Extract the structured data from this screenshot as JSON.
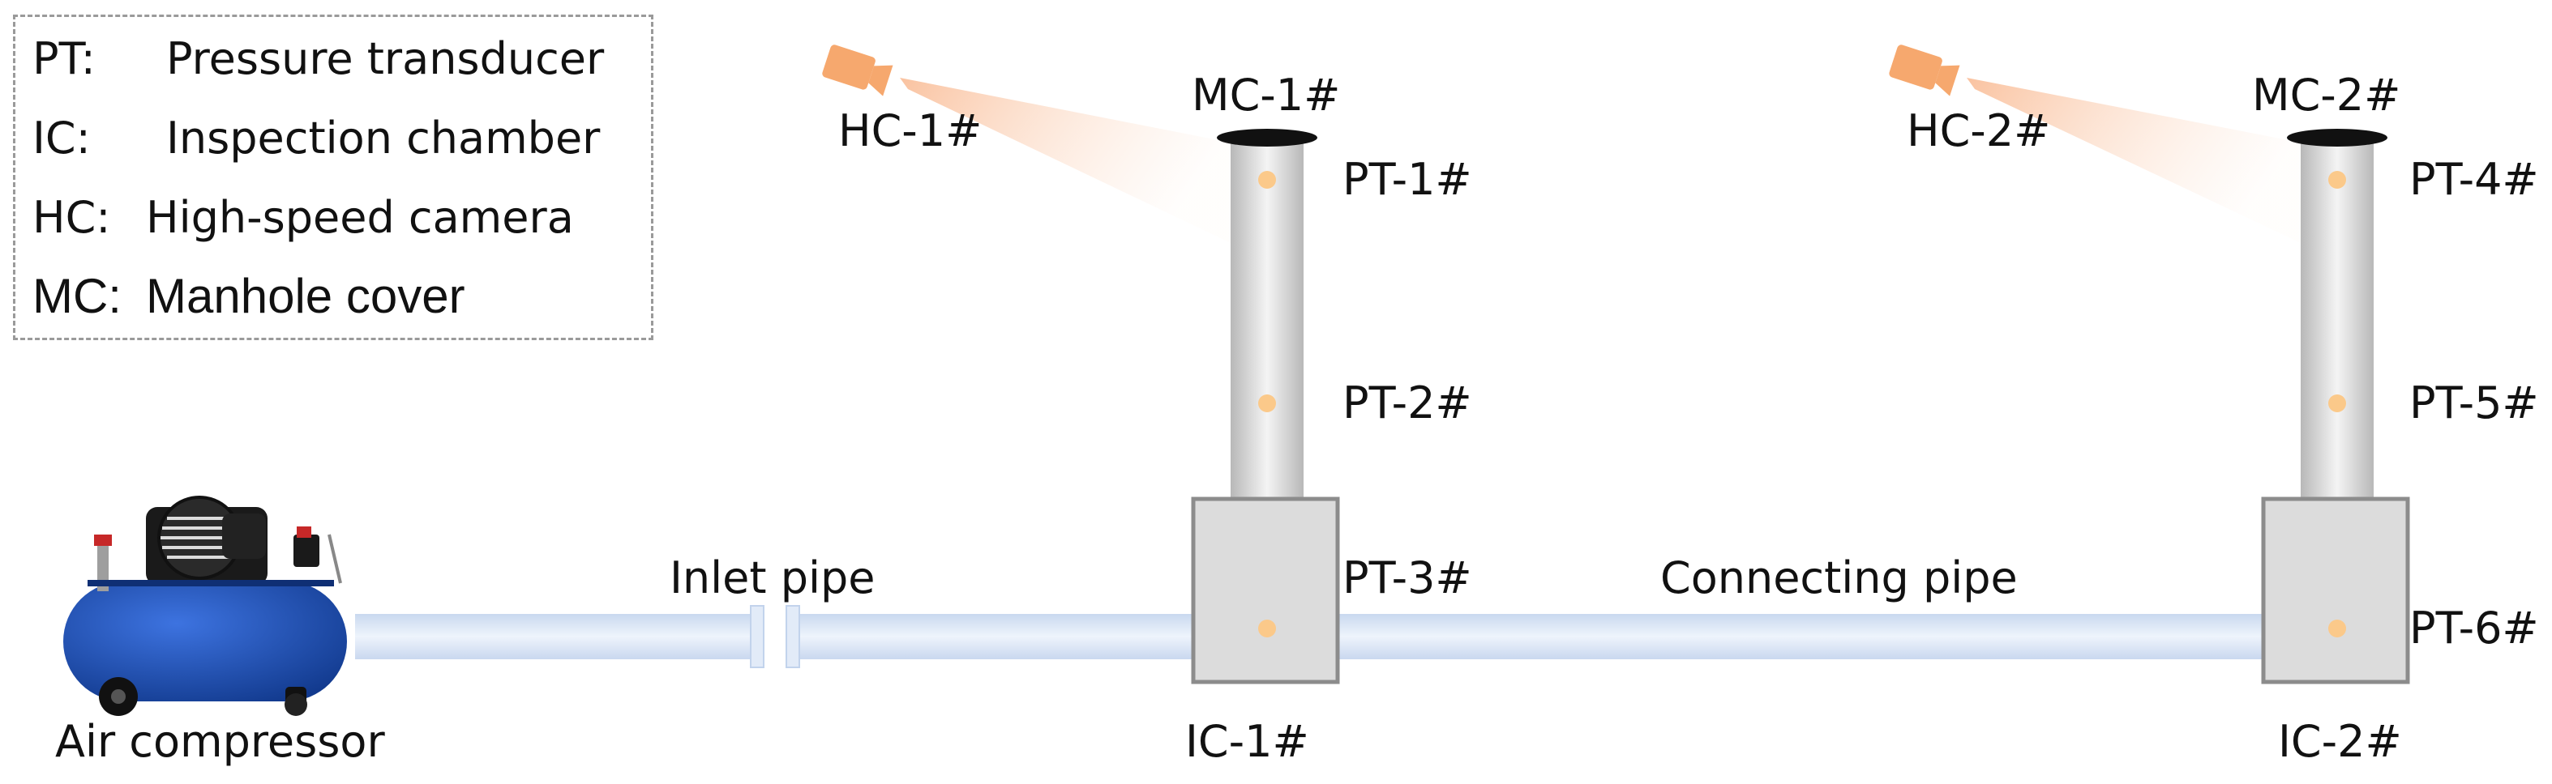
{
  "legend": {
    "items": [
      {
        "abbr": "PT:",
        "desc": "Pressure transducer"
      },
      {
        "abbr": "IC:",
        "desc": "Inspection chamber"
      },
      {
        "abbr": "HC:",
        "desc": "High-speed camera"
      },
      {
        "abbr": "MC:",
        "desc": "Manhole cover"
      }
    ]
  },
  "labels": {
    "air_compressor": "Air compressor",
    "inlet_pipe": "Inlet pipe",
    "connecting_pipe": "Connecting pipe",
    "ic1": "IC-1#",
    "ic2": "IC-2#",
    "mc1": "MC-1#",
    "mc2": "MC-2#",
    "hc1": "HC-1#",
    "hc2": "HC-2#",
    "pt1": "PT-1#",
    "pt2": "PT-2#",
    "pt3": "PT-3#",
    "pt4": "PT-4#",
    "pt5": "PT-5#",
    "pt6": "PT-6#"
  },
  "colors": {
    "pipe": "#dde8f8",
    "pipe_edge": "#b9cce8",
    "chamber": "#dcdcdc",
    "chamber_edge": "#8c8c8c",
    "sensor": "#fbc98a",
    "camera": "#f6a86e",
    "compressor_tank": "#1f4fb8",
    "manhole": "#111111"
  },
  "icons": [
    "air-compressor-icon",
    "high-speed-camera-icon"
  ]
}
